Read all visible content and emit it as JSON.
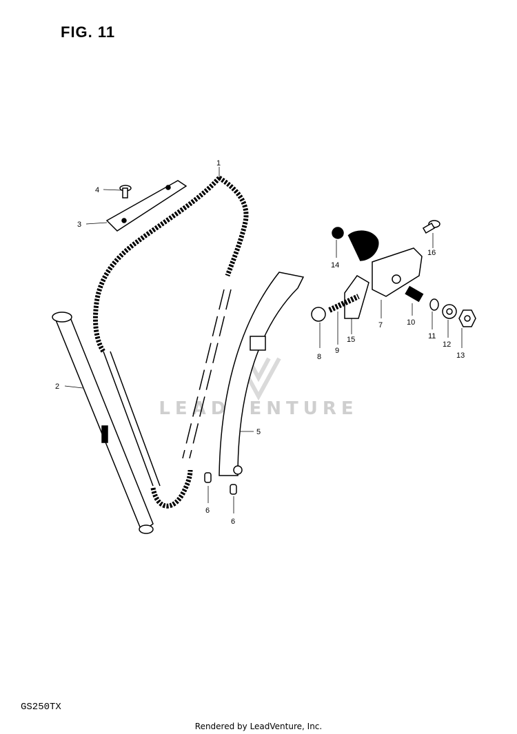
{
  "figure": {
    "title": "FIG. 11",
    "model": "GS250TX"
  },
  "watermark": "LEADVENTURE",
  "footer": "Rendered by LeadVenture, Inc.",
  "callouts": [
    {
      "id": "c1",
      "label": "1"
    },
    {
      "id": "c2",
      "label": "2"
    },
    {
      "id": "c3",
      "label": "3"
    },
    {
      "id": "c4",
      "label": "4"
    },
    {
      "id": "c5",
      "label": "5"
    },
    {
      "id": "c6a",
      "label": "6"
    },
    {
      "id": "c6b",
      "label": "6"
    },
    {
      "id": "c7",
      "label": "7"
    },
    {
      "id": "c8",
      "label": "8"
    },
    {
      "id": "c9",
      "label": "9"
    },
    {
      "id": "c10",
      "label": "10"
    },
    {
      "id": "c11",
      "label": "11"
    },
    {
      "id": "c12",
      "label": "12"
    },
    {
      "id": "c13",
      "label": "13"
    },
    {
      "id": "c14",
      "label": "14"
    },
    {
      "id": "c15",
      "label": "15"
    },
    {
      "id": "c16",
      "label": "16"
    }
  ]
}
